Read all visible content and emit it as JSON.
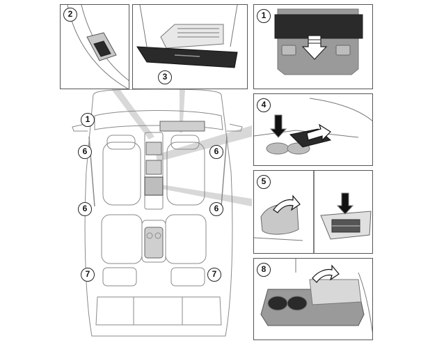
{
  "diagram": {
    "callouts": {
      "p1": "1",
      "p2": "2",
      "p3": "3",
      "p4": "4",
      "p5": "5",
      "p8": "8",
      "car_1": "1",
      "car_6_front_left": "6",
      "car_6_front_right": "6",
      "car_6_rear_left": "6",
      "car_6_rear_right": "6",
      "car_7_left": "7",
      "car_7_right": "7"
    },
    "colors": {
      "line": "#555555",
      "fill_gray": "#9a9a9a",
      "fill_dark": "#2a2a2a",
      "highlight": "#cfcfcf"
    }
  }
}
